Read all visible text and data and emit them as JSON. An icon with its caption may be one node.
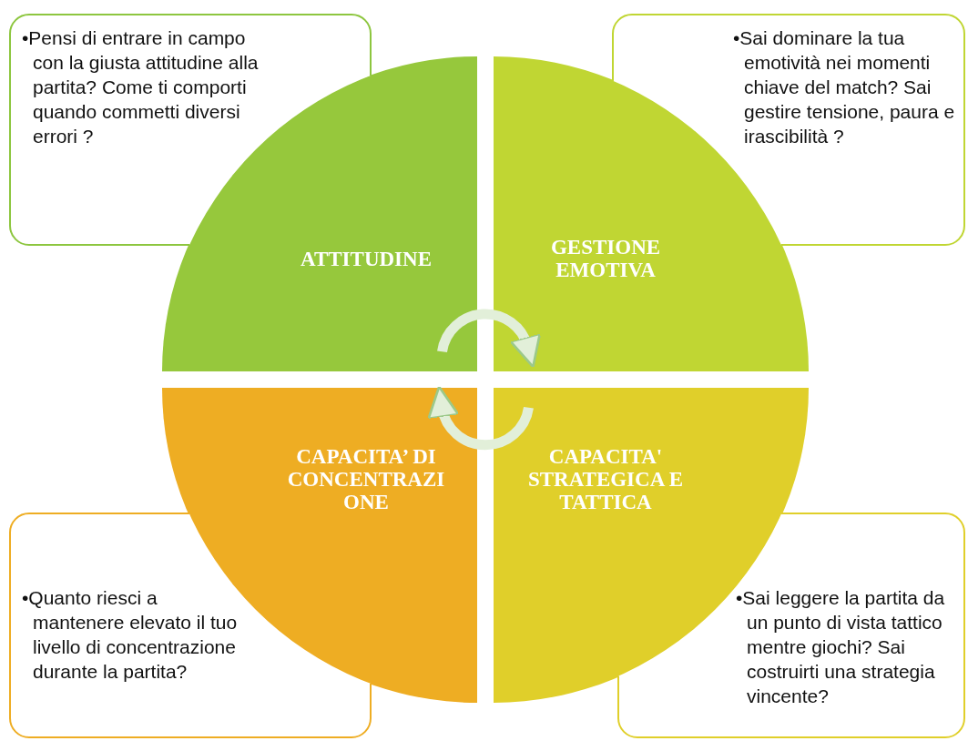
{
  "diagram": {
    "nodes": [
      {
        "text": [
          "•Pensi di entrare in campo con la giusta attitudine alla partita? Come ti comporti quando commetti diversi errori ?"
        ]
      },
      {
        "text": [
          "•Sai dominare la tua emotività nei momenti chiave del match? Sai gestire tensione, paura e irascibilità ?"
        ]
      },
      {
        "text": [
          "ATTITUDINE"
        ]
      },
      {
        "text": [
          "GESTIONE EMOTIVA"
        ]
      },
      {
        "text": [
          "CAPACITA’ DI CONCENTRAZIONE"
        ]
      },
      {
        "text": [
          "CAPACITA' STRATEGICA E TATTICA"
        ]
      },
      {
        "text": [
          "•Quanto riesci a mantenere elevato il tuo livello di concentrazione durante la partita?"
        ]
      },
      {
        "text": [
          "•Sai leggere la partita da un punto di vista tattico mentre giochi? Sai costruirti una strategia vincente?"
        ]
      }
    ],
    "edges": [
      {
        "from": 2,
        "to": 3,
        "arrow": "to"
      },
      {
        "from": 5,
        "to": 4,
        "arrow": "to"
      }
    ]
  }
}
